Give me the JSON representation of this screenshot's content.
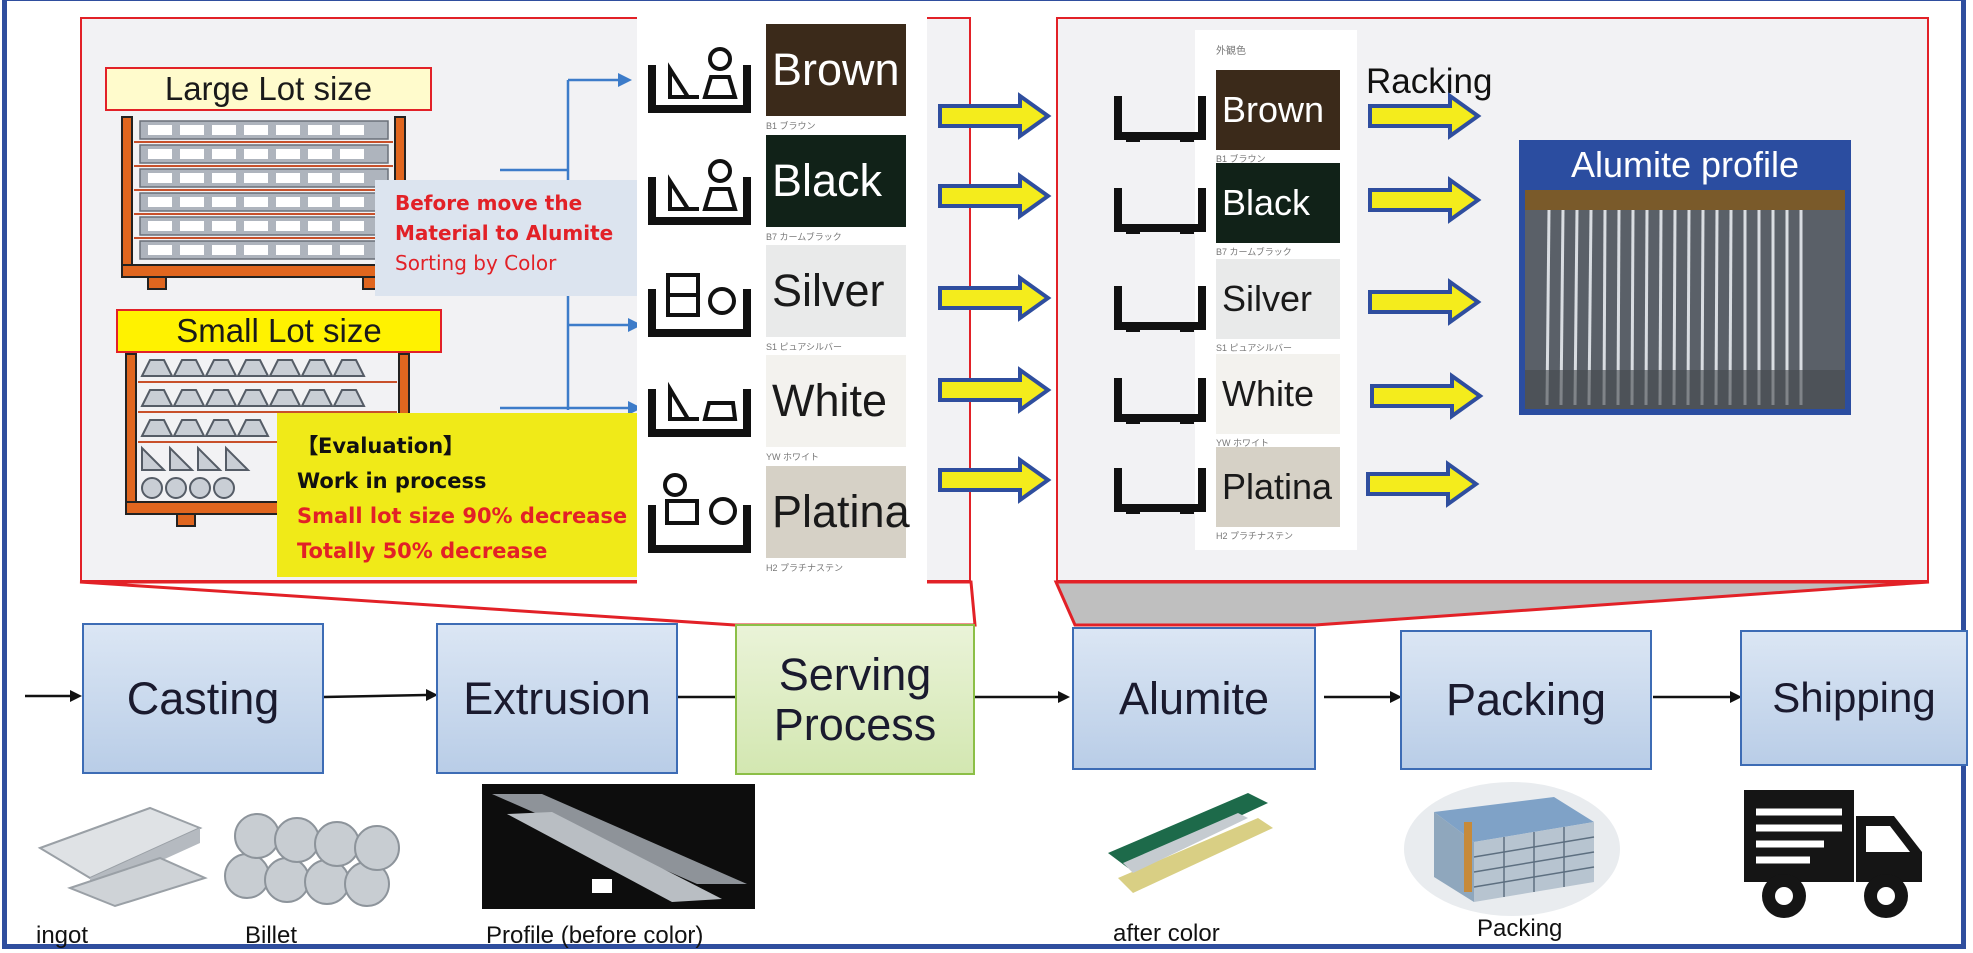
{
  "lots": {
    "large": "Large Lot size",
    "small": "Small  Lot size"
  },
  "sort_note": {
    "line1": "Before move the",
    "line2": "Material to Alumite",
    "line3": "Sorting by Color"
  },
  "evaluation": {
    "title": "【Evaluation】",
    "line1": "Work in process",
    "line2": "Small lot size 90% decrease",
    "line3": "Totally 50% decrease"
  },
  "colors_left": [
    {
      "name": "Brown",
      "code": "B1 ブラウン",
      "fill": "#3b2a1a"
    },
    {
      "name": "Black",
      "code": "B7 カームブラック",
      "fill": "#112218"
    },
    {
      "name": "Silver",
      "code": "S1 ピュアシルバー",
      "fill": "#e9eaea"
    },
    {
      "name": "White",
      "code": "YW ホワイト",
      "fill": "#f3f2ee"
    },
    {
      "name": "Platina",
      "code": "H2 プラチナステン",
      "fill": "#d6d1c6"
    }
  ],
  "colors_right_header": "外観色",
  "colors_right": [
    {
      "name": "Brown",
      "code": "B1 ブラウン",
      "fill": "#3b2a1a"
    },
    {
      "name": "Black",
      "code": "B7 カームブラック",
      "fill": "#112218"
    },
    {
      "name": "Silver",
      "code": "S1 ピュアシルバー",
      "fill": "#e9eaea"
    },
    {
      "name": "White",
      "code": "YW ホワイト",
      "fill": "#f3f2ee"
    },
    {
      "name": "Platina",
      "code": "H2 プラチナステン",
      "fill": "#d6d1c6"
    }
  ],
  "racking": "Racking",
  "alumite_profile": "Alumite profile",
  "process": {
    "casting": "Casting",
    "extrusion": "Extrusion",
    "serving_line1": "Serving",
    "serving_line2": "Process",
    "alumite": "Alumite",
    "packing": "Packing",
    "shipping": "Shipping"
  },
  "captions": {
    "ingot": "ingot",
    "billet": "Billet",
    "profile": "Profile (before color)",
    "after_color": "after color",
    "packing": "Packing"
  },
  "theme": {
    "frame": "#2f4e9e",
    "arrow_fill": "#f4ec1c",
    "arrow_stroke": "#2f4e9e",
    "panel_border": "#e22127"
  }
}
